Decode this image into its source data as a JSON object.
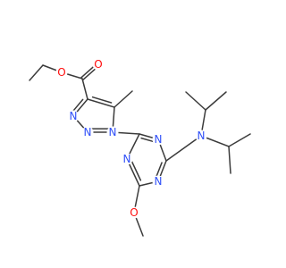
{
  "structure": {
    "colors": {
      "bond": "#3b3b3b",
      "O": "#ff0d0d",
      "N": "#3050f8"
    },
    "atoms": [
      {
        "id": "o_carbonyl",
        "symbol": "O",
        "label": "O",
        "color": "O"
      },
      {
        "id": "o_ester",
        "symbol": "O",
        "label": "O",
        "color": "O"
      },
      {
        "id": "n_triazole_3",
        "symbol": "N",
        "label": "N",
        "color": "N"
      },
      {
        "id": "n_triazole_2",
        "symbol": "N",
        "label": "N",
        "color": "N"
      },
      {
        "id": "n_triazole_1",
        "symbol": "N",
        "label": "N",
        "color": "N"
      },
      {
        "id": "n_triazine_3",
        "symbol": "N",
        "label": "N",
        "color": "N"
      },
      {
        "id": "n_triazine_1",
        "symbol": "N",
        "label": "N",
        "color": "N"
      },
      {
        "id": "n_triazine_5",
        "symbol": "N",
        "label": "N",
        "color": "N"
      },
      {
        "id": "n_amine",
        "symbol": "N",
        "label": "N",
        "color": "N"
      },
      {
        "id": "o_methoxy",
        "symbol": "O",
        "label": "O",
        "color": "O"
      }
    ]
  }
}
